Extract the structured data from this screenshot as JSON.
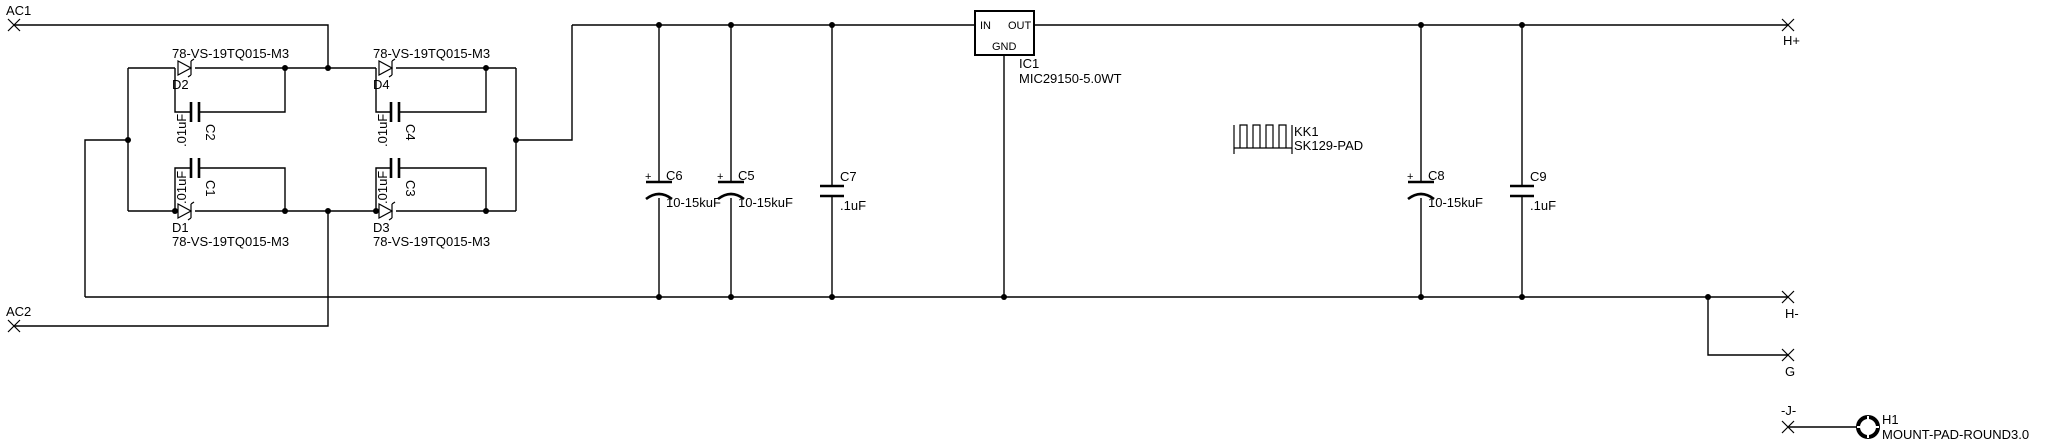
{
  "terminals": {
    "ac1": "AC1",
    "ac2": "AC2",
    "hplus": "H+",
    "hminus": "H-",
    "g": "G",
    "j": "-J-"
  },
  "diodes": {
    "d1": {
      "ref": "D1",
      "part": "78-VS-19TQ015-M3"
    },
    "d2": {
      "ref": "D2",
      "part": "78-VS-19TQ015-M3"
    },
    "d3": {
      "ref": "D3",
      "part": "78-VS-19TQ015-M3"
    },
    "d4": {
      "ref": "D4",
      "part": "78-VS-19TQ015-M3"
    }
  },
  "capacitors": {
    "c1": {
      "ref": "C1",
      "value": ".01uF"
    },
    "c2": {
      "ref": "C2",
      "value": ".01uF"
    },
    "c3": {
      "ref": "C3",
      "value": ".01uF"
    },
    "c4": {
      "ref": "C4",
      "value": ".01uF"
    },
    "c5": {
      "ref": "C5",
      "value": "10-15kuF"
    },
    "c6": {
      "ref": "C6",
      "value": "10-15kuF"
    },
    "c7": {
      "ref": "C7",
      "value": ".1uF"
    },
    "c8": {
      "ref": "C8",
      "value": "10-15kuF"
    },
    "c9": {
      "ref": "C9",
      "value": ".1uF"
    }
  },
  "regulator": {
    "ref": "IC1",
    "part": "MIC29150-5.0WT",
    "pin_in": "IN",
    "pin_out": "OUT",
    "pin_gnd": "GND"
  },
  "heatsink": {
    "ref": "KK1",
    "part": "SK129-PAD"
  },
  "mount": {
    "ref": "H1",
    "part": "MOUNT-PAD-ROUND3.0"
  }
}
